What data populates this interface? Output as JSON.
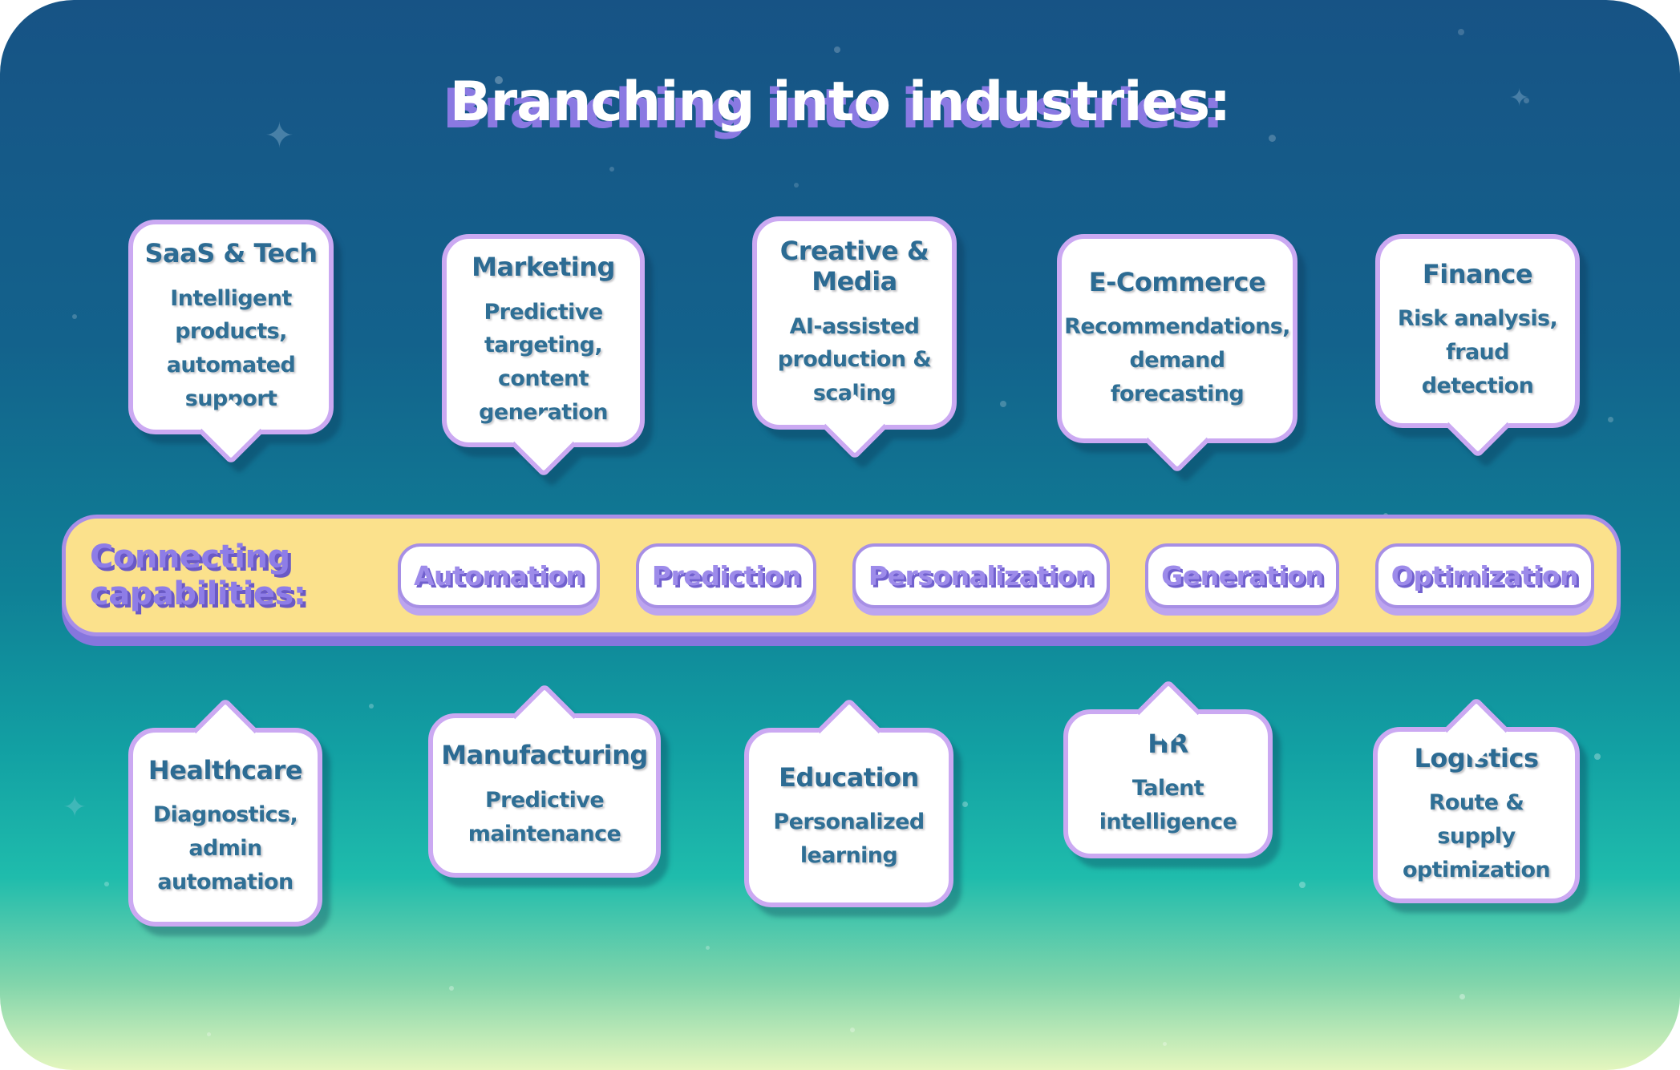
{
  "title": "Branching into industries:",
  "top_cards": [
    {
      "heading": "SaaS & Tech",
      "body": "Intelligent products, automated support"
    },
    {
      "heading": "Marketing",
      "body": "Predictive targeting, content generation"
    },
    {
      "heading": "Creative & Media",
      "body": "AI-assisted production & scaling"
    },
    {
      "heading": "E-Commerce",
      "body": "Recommendations, demand forecasting"
    },
    {
      "heading": "Finance",
      "body": "Risk analysis, fraud detection"
    }
  ],
  "capabilities_bar": {
    "label": "Connecting capabilities:",
    "pills": [
      "Automation",
      "Prediction",
      "Personalization",
      "Generation",
      "Optimization"
    ]
  },
  "bottom_cards": [
    {
      "heading": "Healthcare",
      "body": "Diagnostics, admin automation"
    },
    {
      "heading": "Manufacturing",
      "body": "Predictive maintenance"
    },
    {
      "heading": "Education",
      "body": "Personalized learning"
    },
    {
      "heading": "HR",
      "body": "Talent intelligence"
    },
    {
      "heading": "Logistics",
      "body": "Route & supply optimization"
    }
  ],
  "colors": {
    "background_top": "#175385",
    "background_mid_teal": "#12A0A3",
    "background_bottom": "#E4F6BE",
    "bar_yellow": "#FBE18C",
    "accent_purple": "#8E7DE7",
    "accent_purple_dark": "#6A59C5",
    "card_border_purple": "#CBA9F2",
    "pill_border_purple": "#A78FE5",
    "card_text_blue": "#2C6B93",
    "title_white": "#FFFFFF",
    "title_shadow_purple": "#8A79E2"
  }
}
